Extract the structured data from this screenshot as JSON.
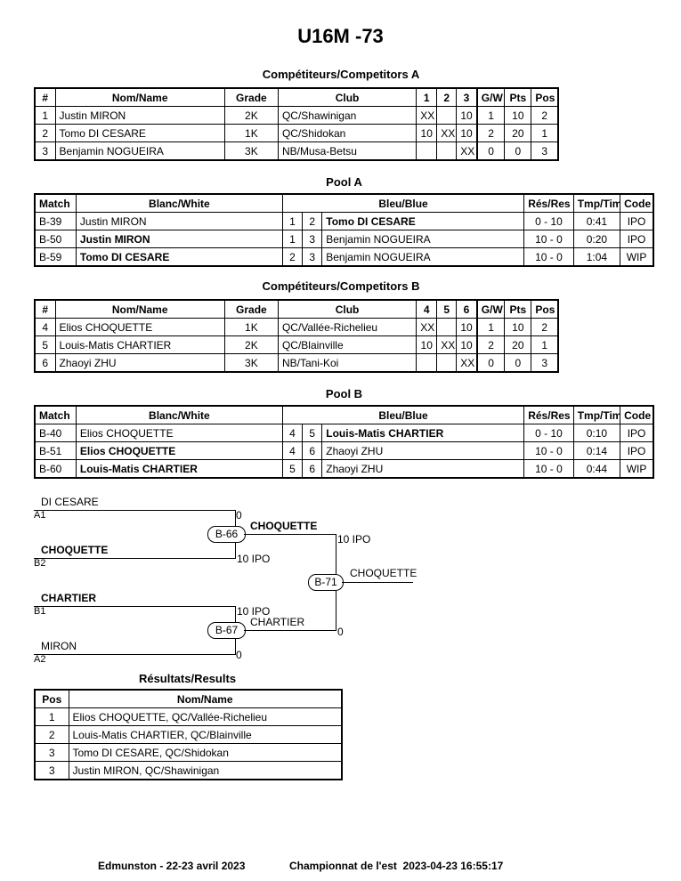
{
  "title": "U16M -73",
  "competitors_a": {
    "heading": "Compétiteurs/Competitors A",
    "headers": [
      "#",
      "Nom/Name",
      "Grade",
      "Club",
      "1",
      "2",
      "3",
      "G/W",
      "Pts",
      "Pos"
    ],
    "rows": [
      [
        "1",
        "Justin MIRON",
        "2K",
        "QC/Shawinigan",
        "XX",
        "",
        "10",
        "1",
        "10",
        "2"
      ],
      [
        "2",
        "Tomo DI CESARE",
        "1K",
        "QC/Shidokan",
        "10",
        "XX",
        "10",
        "2",
        "20",
        "1"
      ],
      [
        "3",
        "Benjamin NOGUEIRA",
        "3K",
        "NB/Musa-Betsu",
        "",
        "",
        "XX",
        "0",
        "0",
        "3"
      ]
    ]
  },
  "pool_a": {
    "heading": "Pool A",
    "headers": [
      "Match",
      "Blanc/White",
      "Bleu/Blue",
      "Rés/Res",
      "Tmp/Tim",
      "Code"
    ],
    "rows": [
      [
        "B-39",
        "Justin MIRON",
        "1",
        "2",
        "Tomo DI CESARE",
        "0 - 10",
        "0:41",
        "IPO"
      ],
      [
        "B-50",
        "Justin MIRON",
        "1",
        "3",
        "Benjamin NOGUEIRA",
        "10 - 0",
        "0:20",
        "IPO"
      ],
      [
        "B-59",
        "Tomo DI CESARE",
        "2",
        "3",
        "Benjamin NOGUEIRA",
        "10 - 0",
        "1:04",
        "WIP"
      ]
    ]
  },
  "competitors_b": {
    "heading": "Compétiteurs/Competitors B",
    "headers": [
      "#",
      "Nom/Name",
      "Grade",
      "Club",
      "4",
      "5",
      "6",
      "G/W",
      "Pts",
      "Pos"
    ],
    "rows": [
      [
        "4",
        "Elios CHOQUETTE",
        "1K",
        "QC/Vallée-Richelieu",
        "XX",
        "",
        "10",
        "1",
        "10",
        "2"
      ],
      [
        "5",
        "Louis-Matis CHARTIER",
        "2K",
        "QC/Blainville",
        "10",
        "XX",
        "10",
        "2",
        "20",
        "1"
      ],
      [
        "6",
        "Zhaoyi ZHU",
        "3K",
        "NB/Tani-Koi",
        "",
        "",
        "XX",
        "0",
        "0",
        "3"
      ]
    ]
  },
  "pool_b": {
    "heading": "Pool B",
    "headers": [
      "Match",
      "Blanc/White",
      "Bleu/Blue",
      "Rés/Res",
      "Tmp/Tim",
      "Code"
    ],
    "rows": [
      [
        "B-40",
        "Elios CHOQUETTE",
        "4",
        "5",
        "Louis-Matis CHARTIER",
        "0 - 10",
        "0:10",
        "IPO"
      ],
      [
        "B-51",
        "Elios CHOQUETTE",
        "4",
        "6",
        "Zhaoyi ZHU",
        "10 - 0",
        "0:14",
        "IPO"
      ],
      [
        "B-60",
        "Louis-Matis CHARTIER",
        "5",
        "6",
        "Zhaoyi ZHU",
        "10 - 0",
        "0:44",
        "WIP"
      ]
    ]
  },
  "bracket": {
    "a1_name": "DI CESARE",
    "a1_seed": "A1",
    "a1_score": "0",
    "b2_name": "CHOQUETTE",
    "b2_seed": "B2",
    "b2_score": "10 IPO",
    "b1_name": "CHARTIER",
    "b1_seed": "B1",
    "b1_score": "10 IPO",
    "a2_name": "MIRON",
    "a2_seed": "A2",
    "a2_score": "0",
    "m1_label": "B-66",
    "m1_winner": "CHOQUETTE",
    "m1_score": "10 IPO",
    "m2_label": "B-67",
    "m2_winner": "CHARTIER",
    "m2_score": "0",
    "final_label": "B-71",
    "final_winner": "CHOQUETTE"
  },
  "results": {
    "heading": "Résultats/Results",
    "headers": [
      "Pos",
      "Nom/Name"
    ],
    "rows": [
      [
        "1",
        "Elios CHOQUETTE, QC/Vallée-Richelieu"
      ],
      [
        "2",
        "Louis-Matis CHARTIER, QC/Blainville"
      ],
      [
        "3",
        "Tomo DI CESARE, QC/Shidokan"
      ],
      [
        "3",
        "Justin MIRON, QC/Shawinigan"
      ]
    ]
  },
  "footer": {
    "left": "Edmunston - 22-23 avril 2023",
    "right": "Championnat de l'est  2023-04-23 16:55:17"
  }
}
